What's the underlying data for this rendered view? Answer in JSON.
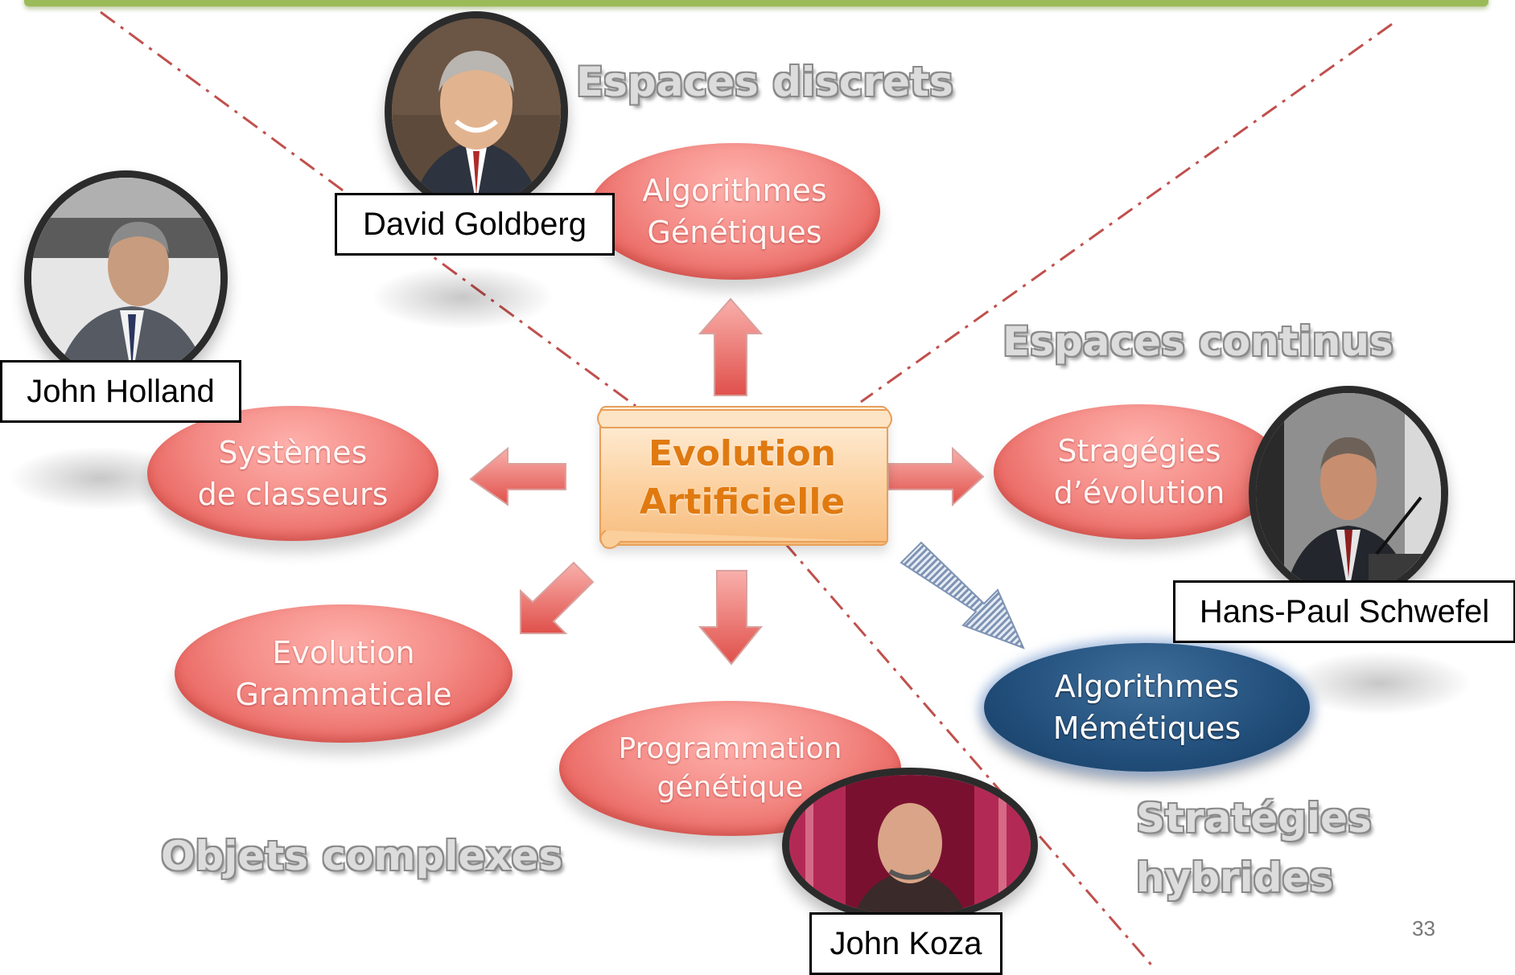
{
  "regions": {
    "discrete": "Espaces discrets",
    "continuous": "Espaces continus",
    "complex": "Objets complexes",
    "hybrid_line1": "Stratégies",
    "hybrid_line2": "hybrides"
  },
  "center": {
    "line1": "Evolution",
    "line2": "Artificielle"
  },
  "nodes": {
    "genetic_algorithms": {
      "line1": "Algorithmes",
      "line2": "Génétiques"
    },
    "classifier_systems": {
      "line1": "Systèmes",
      "line2": "de classeurs"
    },
    "evolution_strategies": {
      "line1": "Stragégies",
      "line2": "d’évolution"
    },
    "grammatical_evolution": {
      "line1": "Evolution",
      "line2": "Grammaticale"
    },
    "genetic_programming": {
      "line1": "Programmation",
      "line2": "génétique"
    },
    "memetic_algorithms": {
      "line1": "Algorithmes",
      "line2": "Mémétiques"
    }
  },
  "people": {
    "goldberg": "David Goldberg",
    "holland": "John Holland",
    "schwefel": "Hans-Paul Schwefel",
    "koza": "John Koza"
  },
  "page_number": "33",
  "colors": {
    "node_red": "#e8625d",
    "node_blue": "#214e7a",
    "center_orange": "#e07a10",
    "divider_red": "#c0504d",
    "top_bar_green": "#9bbb59"
  }
}
